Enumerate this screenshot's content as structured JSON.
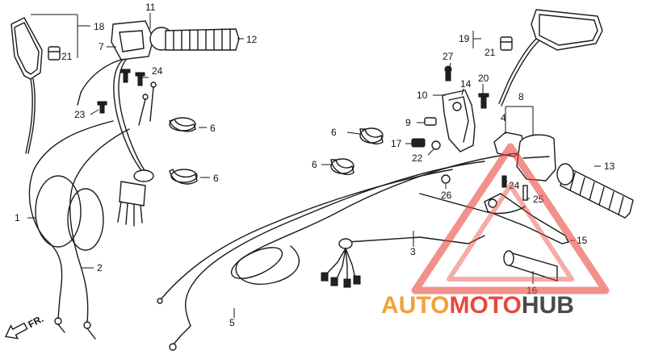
{
  "callouts": {
    "p1": "1",
    "p2": "2",
    "p3": "3",
    "p4": "4",
    "p5": "5",
    "p6a": "6",
    "p6b": "6",
    "p6c": "6",
    "p6d": "6",
    "p7": "7",
    "p8": "8",
    "p9": "9",
    "p10": "10",
    "p11": "11",
    "p12": "12",
    "p13": "13",
    "p14": "14",
    "p15": "15",
    "p16": "16",
    "p17": "17",
    "p18": "18",
    "p19": "19",
    "p20": "20",
    "p21a": "21",
    "p21b": "21",
    "p22": "22",
    "p23": "23",
    "p24a": "24",
    "p24b": "24",
    "p25": "25",
    "p26": "26",
    "p27": "27"
  },
  "direction": "FR.",
  "watermark": {
    "part_a": "AUTO",
    "part_b": "MOTO",
    "part_c": "HUB",
    "color_a": "#f0a23a",
    "color_b": "#e8483e",
    "color_c": "#4a4a4a"
  }
}
